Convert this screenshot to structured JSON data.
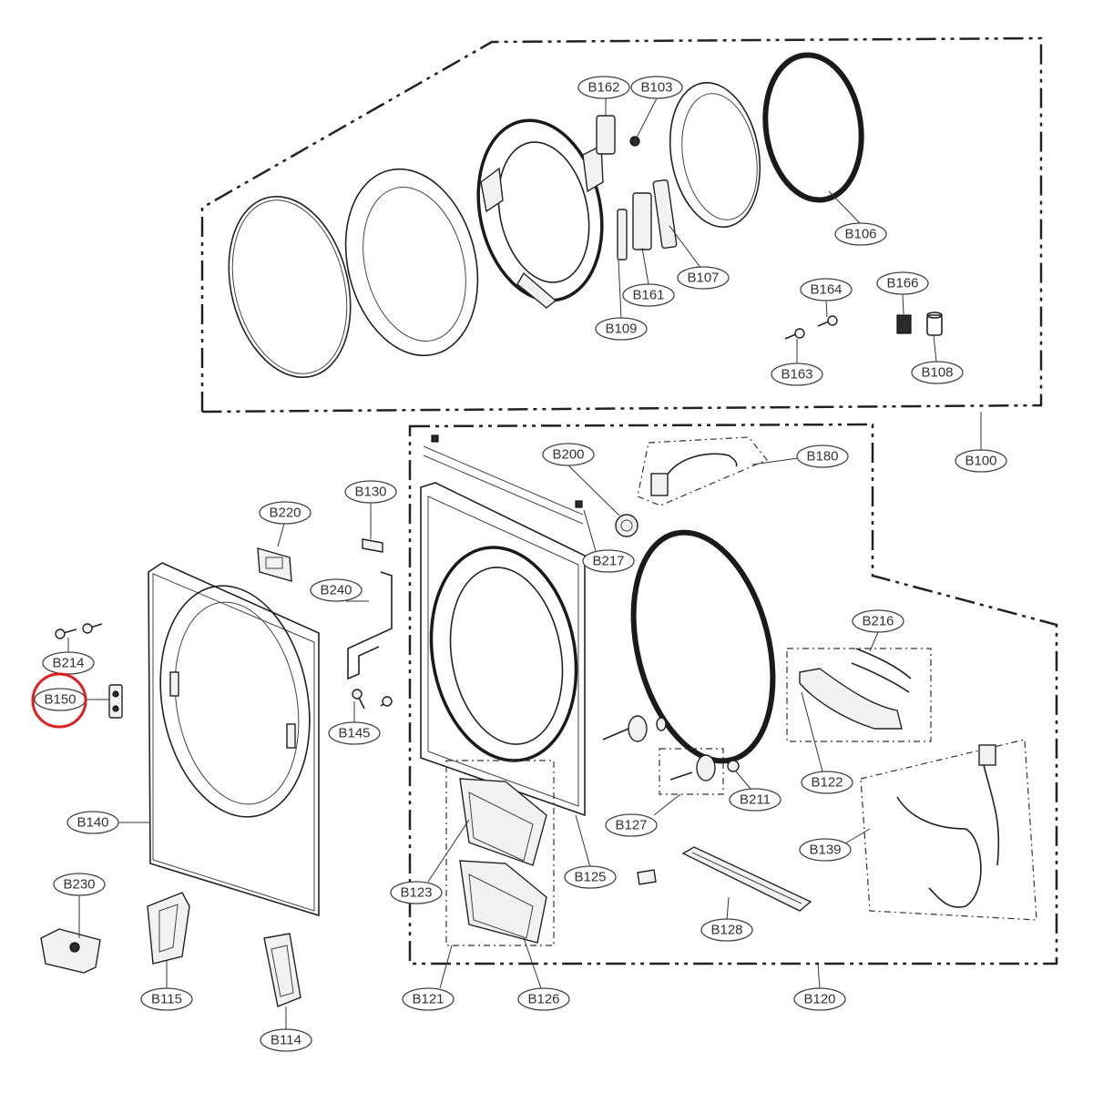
{
  "labels": {
    "B100": "B100",
    "B103": "B103",
    "B106": "B106",
    "B107": "B107",
    "B108": "B108",
    "B109": "B109",
    "B114": "B114",
    "B115": "B115",
    "B120": "B120",
    "B121": "B121",
    "B122": "B122",
    "B123": "B123",
    "B125": "B125",
    "B126": "B126",
    "B127": "B127",
    "B128": "B128",
    "B130": "B130",
    "B139": "B139",
    "B140": "B140",
    "B145": "B145",
    "B150": "B150",
    "B161": "B161",
    "B162": "B162",
    "B163": "B163",
    "B164": "B164",
    "B166": "B166",
    "B180": "B180",
    "B200": "B200",
    "B211": "B211",
    "B214": "B214",
    "B216": "B216",
    "B217": "B217",
    "B220": "B220",
    "B230": "B230",
    "B240": "B240"
  },
  "highlighted_label": "B150",
  "colors": {
    "highlight": "#e02020",
    "line": "#222222",
    "background": "#ffffff"
  }
}
